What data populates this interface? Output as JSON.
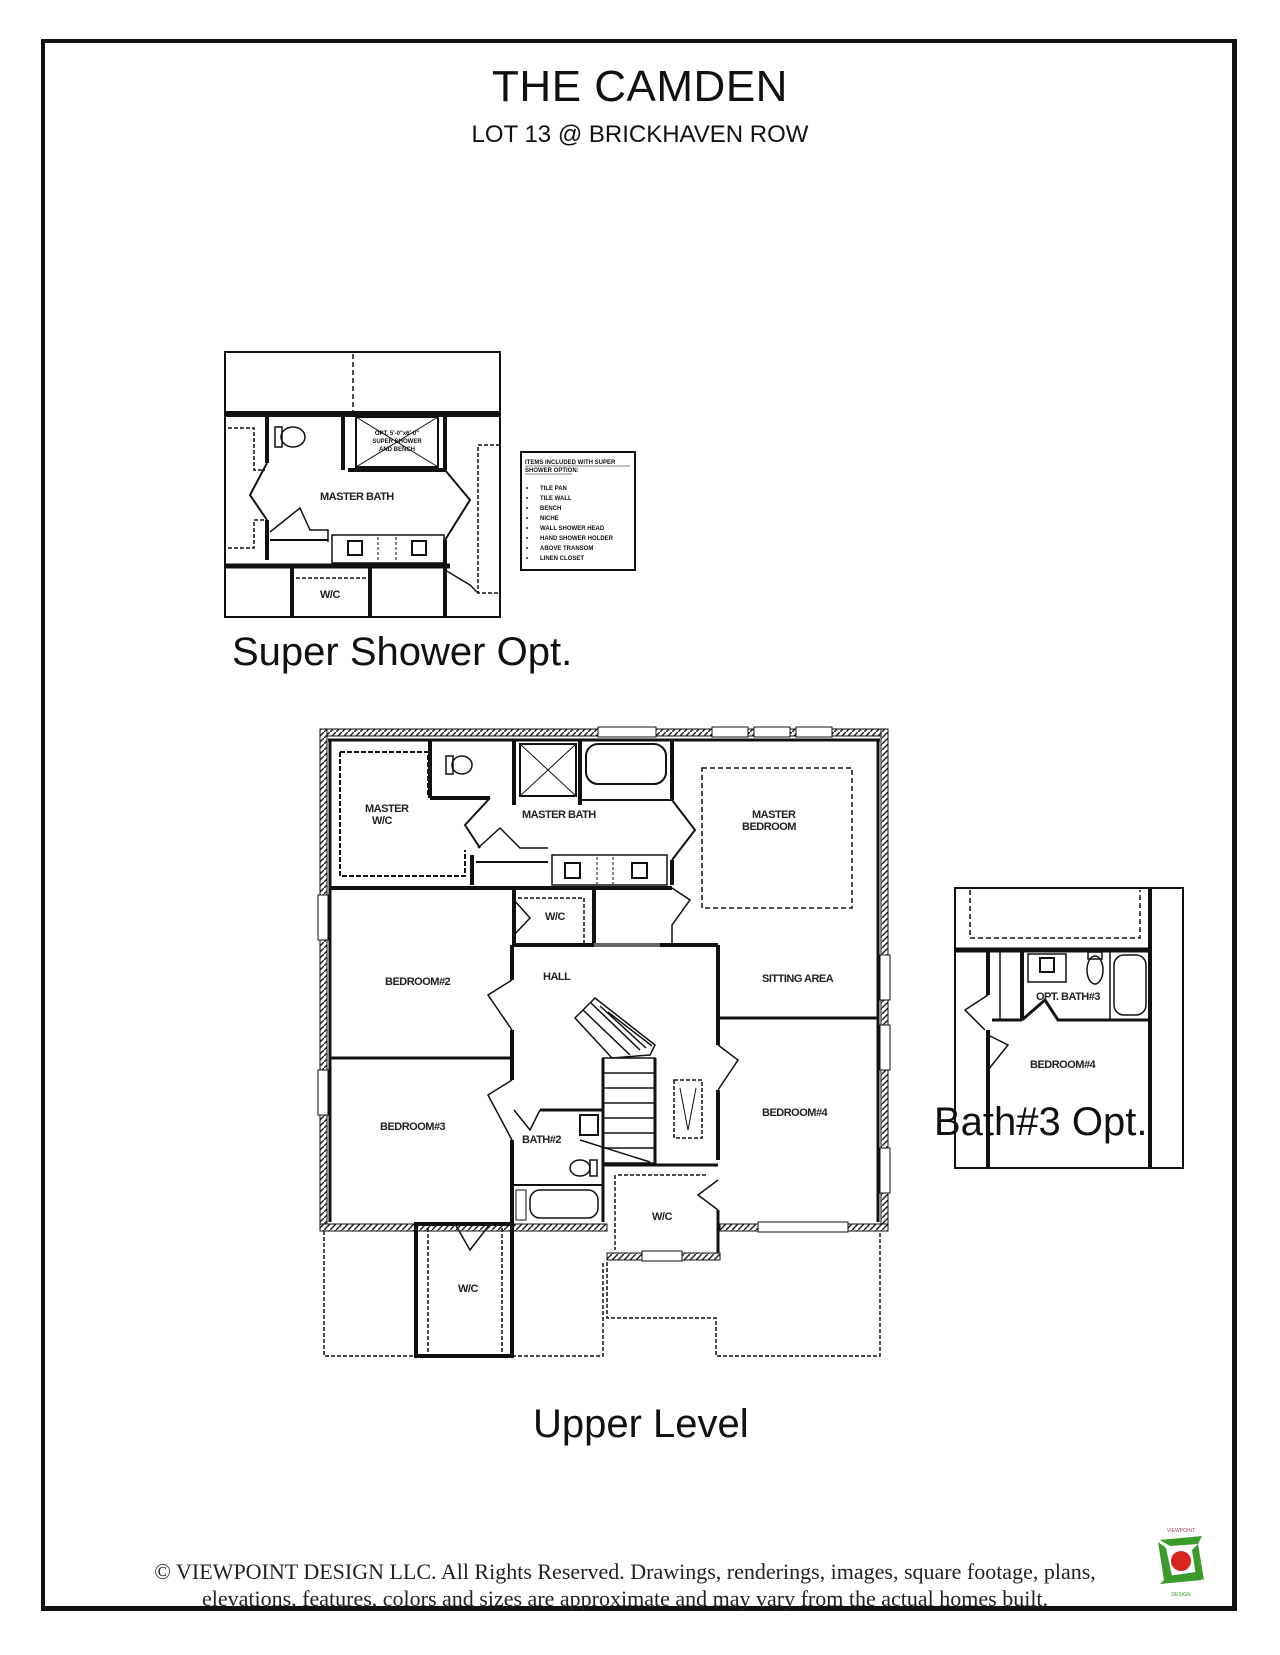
{
  "header": {
    "title": "THE CAMDEN",
    "subtitle": "LOT 13 @ BRICKHAVEN ROW"
  },
  "options": {
    "super_shower": {
      "label": "Super Shower Opt.",
      "rooms": {
        "master_bath": "MASTER BATH",
        "wic": "W/C",
        "shower": "OPT. 5'-0\"x6'-0\" SUPER SHOWER AND BENCH"
      },
      "legend": {
        "heading": "ITEMS INCLUDED WITH SUPER SHOWER OPTION:",
        "items": [
          "TILE PAN",
          "TILE WALL",
          "BENCH",
          "NICHE",
          "WALL SHOWER HEAD",
          "HAND SHOWER HOLDER",
          "ABOVE TRANSOM",
          "LINEN CLOSET"
        ]
      }
    },
    "bath3": {
      "label": "Bath#3 Opt.",
      "rooms": {
        "opt_bath": "OPT. BATH#3",
        "bedroom": "BEDROOM#4"
      }
    }
  },
  "main_plan": {
    "label": "Upper Level",
    "rooms": {
      "master_wic": "MASTER W/C",
      "master_bath": "MASTER BATH",
      "master_bedroom": "MASTER BEDROOM",
      "wic_hall": "W/C",
      "bedroom2": "BEDROOM#2",
      "hall": "HALL",
      "sitting_area": "SITTING AREA",
      "bedroom3": "BEDROOM#3",
      "bath2": "BATH#2",
      "bedroom4": "BEDROOM#4",
      "wic_bed4": "W/C",
      "wic_bottom": "W/C"
    }
  },
  "footer": {
    "line1": "© VIEWPOINT DESIGN LLC. All Rights Reserved. Drawings, renderings, images, square footage, plans,",
    "line2": "elevations, features, colors and sizes are approximate and may vary from the actual homes built."
  },
  "logo": {
    "top_text": "VIEWPOINT",
    "bottom_text": "DESIGN",
    "colors": {
      "green": "#3a9a2a",
      "red": "#d8261f"
    }
  }
}
